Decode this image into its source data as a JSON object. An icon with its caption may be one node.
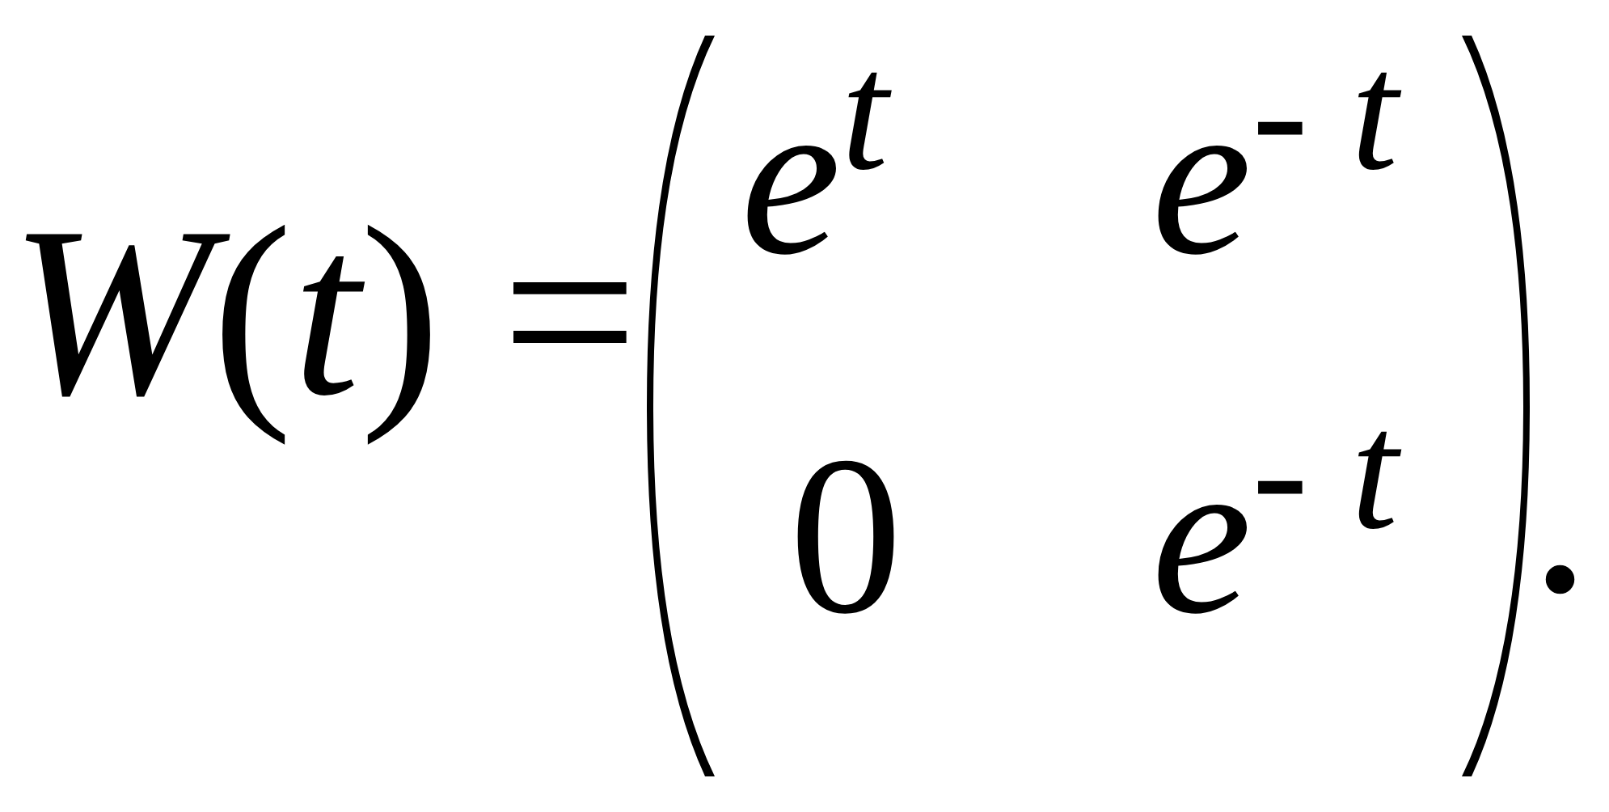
{
  "diagram": {
    "labels": [
      "*W*(*t*) =",
      "e$^{t}$",
      "e$^{- t}$",
      "0",
      "e$^{- t}$",
      "."
    ]
  }
}
